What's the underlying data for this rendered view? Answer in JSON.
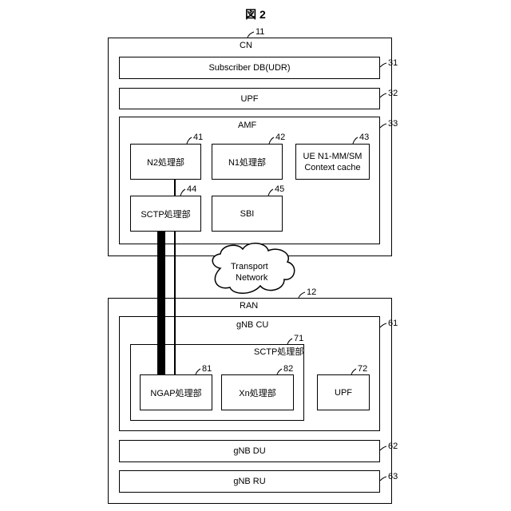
{
  "figure_title": "図 2",
  "cn": {
    "label": "CN",
    "ref": "11",
    "subscriber_db": {
      "label": "Subscriber DB(UDR)",
      "ref": "31"
    },
    "upf": {
      "label": "UPF",
      "ref": "32"
    },
    "amf": {
      "label": "AMF",
      "ref": "33",
      "n2": {
        "label": "N2処理部",
        "ref": "41"
      },
      "n1": {
        "label": "N1処理部",
        "ref": "42"
      },
      "ue_cache": {
        "line1": "UE N1-MM/SM",
        "line2": "Context cache",
        "ref": "43"
      },
      "sctp": {
        "label": "SCTP処理部",
        "ref": "44"
      },
      "sbi": {
        "label": "SBI",
        "ref": "45"
      }
    }
  },
  "transport": {
    "line1": "Transport",
    "line2": "Network"
  },
  "ran": {
    "label": "RAN",
    "ref": "12",
    "gnb_cu": {
      "label": "gNB CU",
      "ref": "61",
      "sctp": {
        "label": "SCTP処理部",
        "ref": "71",
        "ngap": {
          "label": "NGAP処理部",
          "ref": "81"
        },
        "xn": {
          "label": "Xn処理部",
          "ref": "82"
        }
      },
      "upf": {
        "label": "UPF",
        "ref": "72"
      }
    },
    "gnb_du": {
      "label": "gNB DU",
      "ref": "62"
    },
    "gnb_ru": {
      "label": "gNB RU",
      "ref": "63"
    }
  }
}
